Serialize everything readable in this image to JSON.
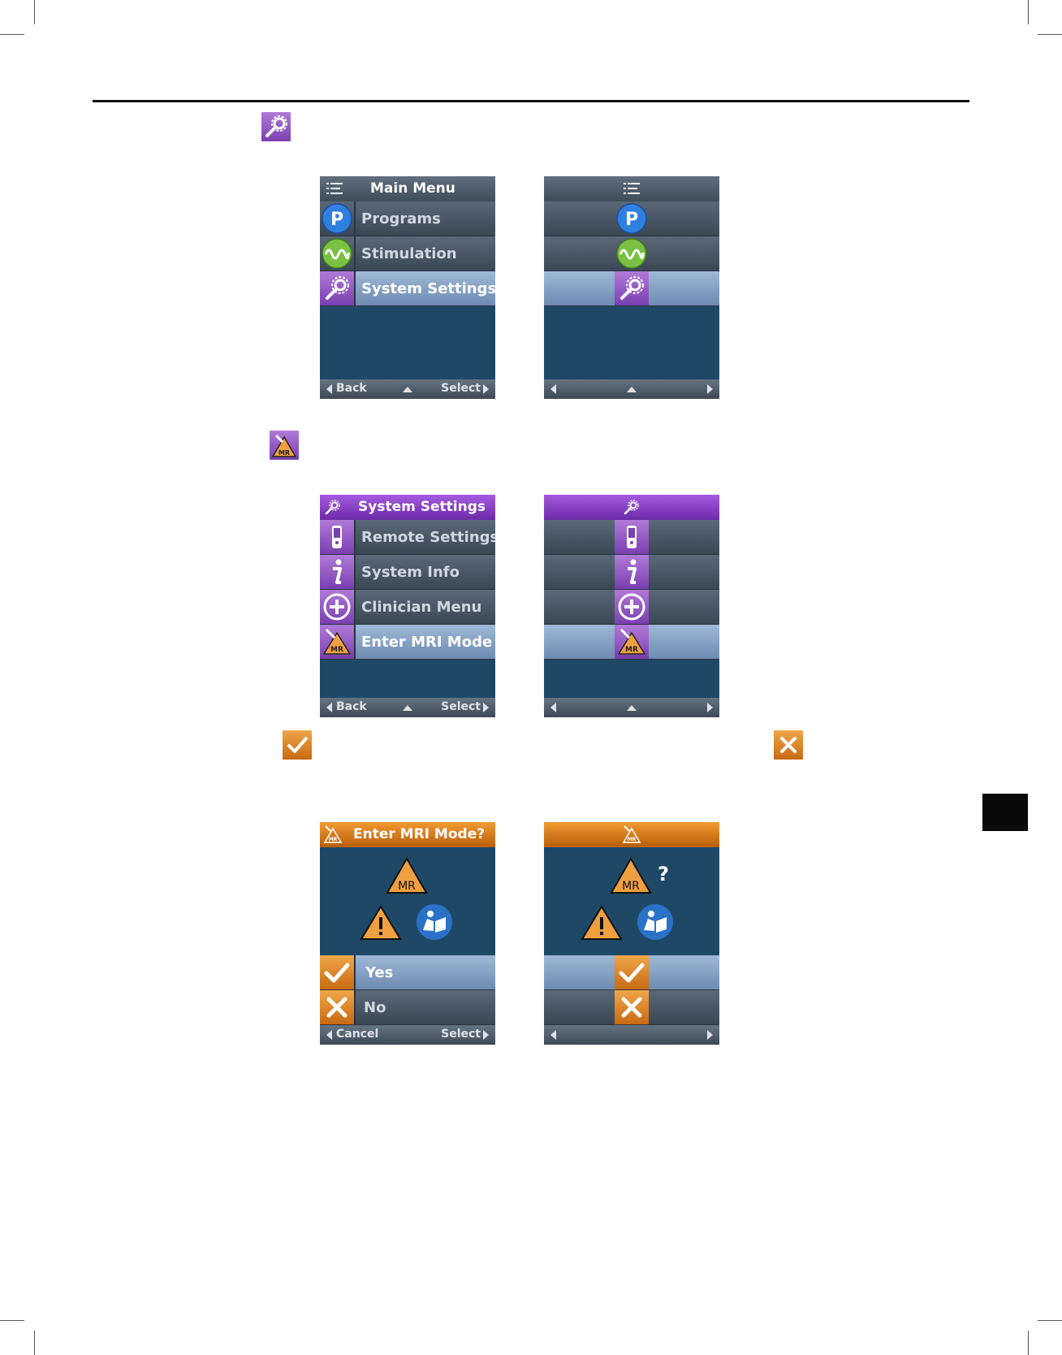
{
  "colors": {
    "purple_accent": "#8a4cc6",
    "orange_accent": "#d97a1a",
    "screen_bg": "#1f4866",
    "highlight_row": "#8aa4c6"
  },
  "step_icons": [
    "system-settings-icon",
    "mri-mode-icon",
    "check-icon",
    "x-icon"
  ],
  "screen1": {
    "title": "Main Menu",
    "items": [
      {
        "label": "Programs",
        "icon": "programs-icon"
      },
      {
        "label": "Stimulation",
        "icon": "stimulation-icon"
      },
      {
        "label": "System Settings",
        "icon": "system-settings-icon",
        "selected": true
      }
    ],
    "footer": {
      "left": "Back",
      "right": "Select"
    }
  },
  "screen2": {
    "title": "System Settings",
    "items": [
      {
        "label": "Remote Settings",
        "icon": "remote-icon"
      },
      {
        "label": "System Info",
        "icon": "info-icon"
      },
      {
        "label": "Clinician Menu",
        "icon": "clinician-plus-icon"
      },
      {
        "label": "Enter MRI Mode",
        "icon": "mri-mode-icon",
        "selected": true
      }
    ],
    "footer": {
      "left": "Back",
      "right": "Select"
    }
  },
  "screen3": {
    "title": "Enter MRI Mode?",
    "mr_label": "MR",
    "question_mark": "?",
    "options": [
      {
        "label": "Yes",
        "icon": "check-icon",
        "selected": true
      },
      {
        "label": "No",
        "icon": "x-icon"
      }
    ],
    "footer": {
      "left": "Cancel",
      "right": "Select"
    }
  }
}
